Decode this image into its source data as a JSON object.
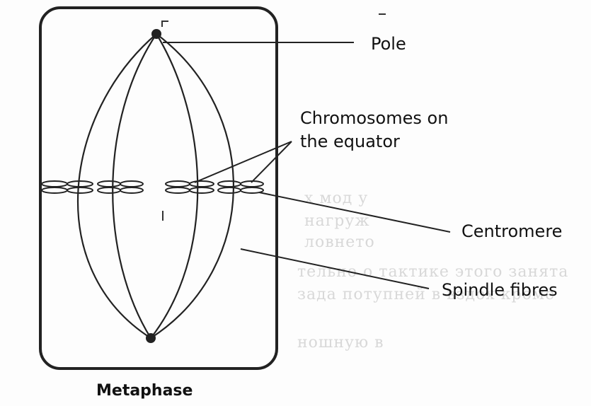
{
  "diagram": {
    "caption": "Metaphase",
    "labels": {
      "pole": "Pole",
      "chromosomes_line1": "Chromosomes on",
      "chromosomes_line2": "the equator",
      "centromere": "Centromere",
      "spindle_fibres": "Spindle fibres"
    }
  }
}
